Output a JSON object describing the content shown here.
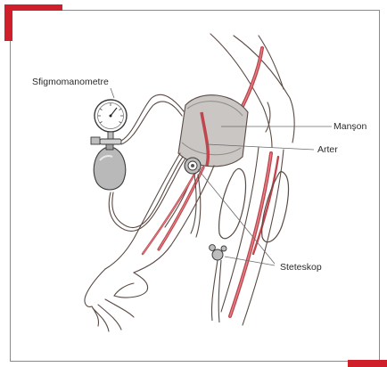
{
  "labels": {
    "sphygmomanometer": "Sfigmomanometre",
    "cuff": "Manşon",
    "artery": "Arter",
    "stethoscope": "Steteskop"
  },
  "colors": {
    "accent_red": "#cf1f2a",
    "artery": "#c0454d",
    "artery_light": "#e08a90",
    "skin_line": "#5a4a44",
    "cuff_fill": "#c9c6c3",
    "frame_border": "#8a8a8a"
  }
}
